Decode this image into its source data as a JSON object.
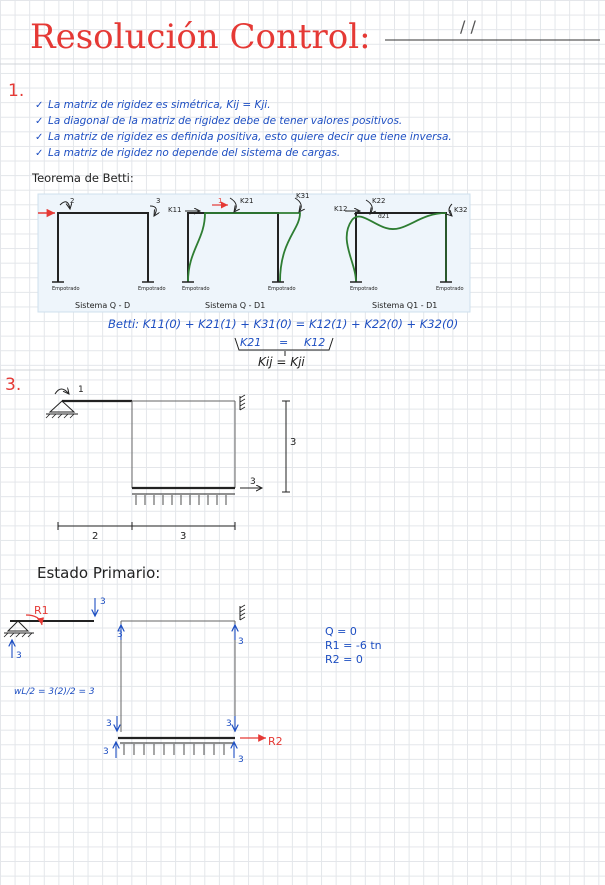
{
  "header": {
    "title": "Resolución Control:",
    "date": "/     /"
  },
  "section1": {
    "number": "1.",
    "bullets": [
      "La matriz de rigidez es simétrica, Kij = Kji.",
      "La diagonal de la matriz de rigidez debe de tener valores positivos.",
      "La matriz de rigidez es definida positiva, esto quiere decir que tiene inversa.",
      "La matriz de rigidez no depende del sistema de cargas."
    ],
    "betti_heading": "Teorema de Betti:",
    "frames": [
      {
        "caption": "Sistema Q - D",
        "labels": [
          "2",
          "3"
        ],
        "supports": [
          "Empotrado",
          "Empotrado"
        ]
      },
      {
        "caption": "Sistema Q - D1",
        "labels": [
          "K11",
          "1",
          "K21",
          "K31"
        ],
        "supports": [
          "Empotrado",
          "Empotrado"
        ]
      },
      {
        "caption": "Sistema Q1 - D1",
        "labels": [
          "K12",
          "K22",
          "K32",
          "d21"
        ],
        "supports": [
          "Empotrado",
          "Empotrado"
        ]
      }
    ],
    "betti_eq": "Betti: K11(0) + K21(1) + K31(0) = K12(1) + K22(0) + K32(0)",
    "reduced_lhs": "K21",
    "reduced_eq": "=",
    "reduced_rhs": "K12",
    "result": "Kij = Kji"
  },
  "section3": {
    "number": "3.",
    "node_label": "1",
    "dim_height": "3",
    "dim_bottom_load": "3",
    "dim_left": "2",
    "dim_right": "3",
    "primary_title": "Estado Primario:",
    "r1": "R1",
    "r2": "R2",
    "force_top": "3",
    "force_left_reaction": "3",
    "force_col_left": "3",
    "force_col_right": "3",
    "force_left_low": "3",
    "force_right_low": "3",
    "force_beam_left": "3",
    "force_beam_right": "3",
    "calc": "wL/2 = 3(2)/2 = 3",
    "results": [
      "Q = 0",
      "R1 = -6 tn",
      "R2 = 0"
    ]
  }
}
